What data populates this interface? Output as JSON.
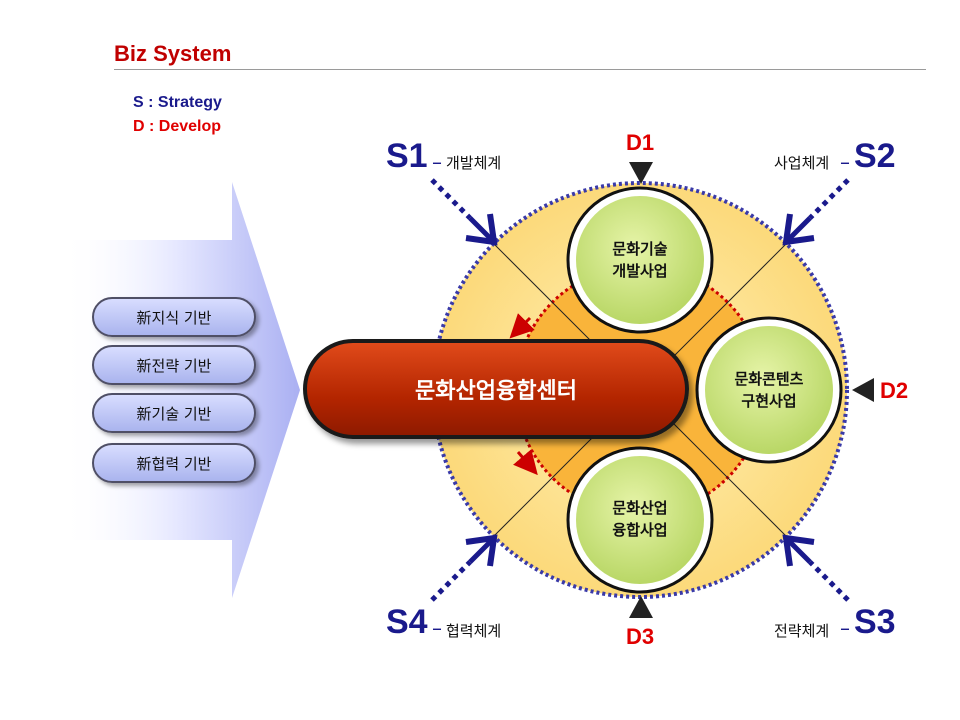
{
  "header": {
    "title": "Biz System"
  },
  "legend": {
    "s": "S : Strategy",
    "d": "D : Develop"
  },
  "bases": [
    "新지식 기반",
    "新전략 기반",
    "新기술 기반",
    "新협력 기반"
  ],
  "center": "문화산업융합센터",
  "circles": {
    "top": "문화기술\n개발사업",
    "right": "문화콘텐츠\n구현사업",
    "bottom": "문화산업\n융합사업"
  },
  "strategies": {
    "s1": {
      "code": "S1",
      "dash": "–",
      "label": "개발체계"
    },
    "s2": {
      "code": "S2",
      "dash": "–",
      "label": "사업체계"
    },
    "s3": {
      "code": "S3",
      "dash": "–",
      "label": "전략체계"
    },
    "s4": {
      "code": "S4",
      "dash": "–",
      "label": "협력체계"
    }
  },
  "develops": {
    "d1": "D1",
    "d2": "D2",
    "d3": "D3"
  },
  "colors": {
    "title": "#c00000",
    "strategy": "#1a1a8c",
    "develop": "#e00000",
    "circle_fill": "#fde68a",
    "inner_ring": "#f9a826",
    "sub_circle": "#c8e07a",
    "center_box": "#b32500",
    "pill": "#c4ccfa"
  }
}
